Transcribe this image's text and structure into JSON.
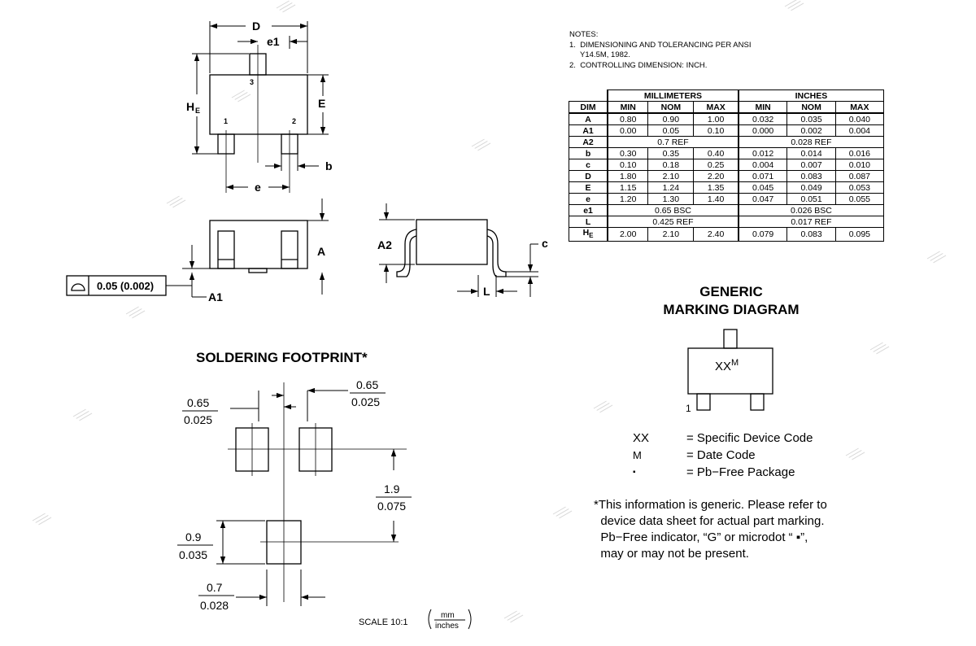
{
  "notes": {
    "heading": "NOTES:",
    "lines": [
      "1.  DIMENSIONING AND TOLERANCING PER ANSI",
      "     Y14.5M, 1982.",
      "2.  CONTROLLING DIMENSION: INCH."
    ]
  },
  "table": {
    "groups": {
      "mm": "MILLIMETERS",
      "in": "INCHES"
    },
    "headers": [
      "DIM",
      "MIN",
      "NOM",
      "MAX",
      "MIN",
      "NOM",
      "MAX"
    ],
    "rows": [
      {
        "dim": "A",
        "mm": [
          "0.80",
          "0.90",
          "1.00"
        ],
        "in": [
          "0.032",
          "0.035",
          "0.040"
        ]
      },
      {
        "dim": "A1",
        "mm": [
          "0.00",
          "0.05",
          "0.10"
        ],
        "in": [
          "0.000",
          "0.002",
          "0.004"
        ]
      },
      {
        "dim": "A2",
        "mm_span": "0.7 REF",
        "in_span": "0.028 REF"
      },
      {
        "dim": "b",
        "mm": [
          "0.30",
          "0.35",
          "0.40"
        ],
        "in": [
          "0.012",
          "0.014",
          "0.016"
        ]
      },
      {
        "dim": "c",
        "mm": [
          "0.10",
          "0.18",
          "0.25"
        ],
        "in": [
          "0.004",
          "0.007",
          "0.010"
        ]
      },
      {
        "dim": "D",
        "mm": [
          "1.80",
          "2.10",
          "2.20"
        ],
        "in": [
          "0.071",
          "0.083",
          "0.087"
        ]
      },
      {
        "dim": "E",
        "mm": [
          "1.15",
          "1.24",
          "1.35"
        ],
        "in": [
          "0.045",
          "0.049",
          "0.053"
        ]
      },
      {
        "dim": "e",
        "mm": [
          "1.20",
          "1.30",
          "1.40"
        ],
        "in": [
          "0.047",
          "0.051",
          "0.055"
        ]
      },
      {
        "dim": "e1",
        "mm_span": "0.65 BSC",
        "in_span": "0.026 BSC"
      },
      {
        "dim": "L",
        "mm_span": "0.425 REF",
        "in_span": "0.017 REF"
      },
      {
        "dim": "HE",
        "mm": [
          "2.00",
          "2.10",
          "2.40"
        ],
        "in": [
          "0.079",
          "0.083",
          "0.095"
        ]
      }
    ]
  },
  "top_view": {
    "labels": {
      "D": "D",
      "e1": "e1",
      "E": "E",
      "b": "b",
      "e": "e",
      "HE_main": "H",
      "HE_sub": "E"
    },
    "pins": [
      "1",
      "2",
      "3"
    ]
  },
  "side_view": {
    "labels": {
      "A": "A",
      "A1": "A1",
      "A2": "A2",
      "c": "c",
      "L": "L"
    },
    "tolerance": "0.05 (0.002)"
  },
  "footprint": {
    "title": "SOLDERING FOOTPRINT*",
    "dims": {
      "pad_w_left": [
        "0.65",
        "0.025"
      ],
      "pad_w_right": [
        "0.65",
        "0.025"
      ],
      "pitch_v": [
        "1.9",
        "0.075"
      ],
      "pad_h": [
        "0.9",
        "0.035"
      ],
      "pad_w_bottom": [
        "0.7",
        "0.028"
      ]
    },
    "scale": "SCALE 10:1",
    "scale_units": [
      "mm",
      "inches"
    ]
  },
  "marking": {
    "title_1": "GENERIC",
    "title_2": "MARKING DIAGRAM",
    "code": "XX",
    "sup": "M",
    "pin1": "1",
    "legend": [
      {
        "key": "XX",
        "text": "= Specific Device Code"
      },
      {
        "key": "M",
        "text": "= Date Code"
      },
      {
        "key": "▪",
        "text": "= Pb−Free Package"
      }
    ],
    "footnote": [
      "*This information is generic. Please refer to",
      "  device data sheet for actual part marking.",
      "  Pb−Free indicator, “G” or microdot “ ▪”,",
      "  may or may not be present."
    ]
  }
}
